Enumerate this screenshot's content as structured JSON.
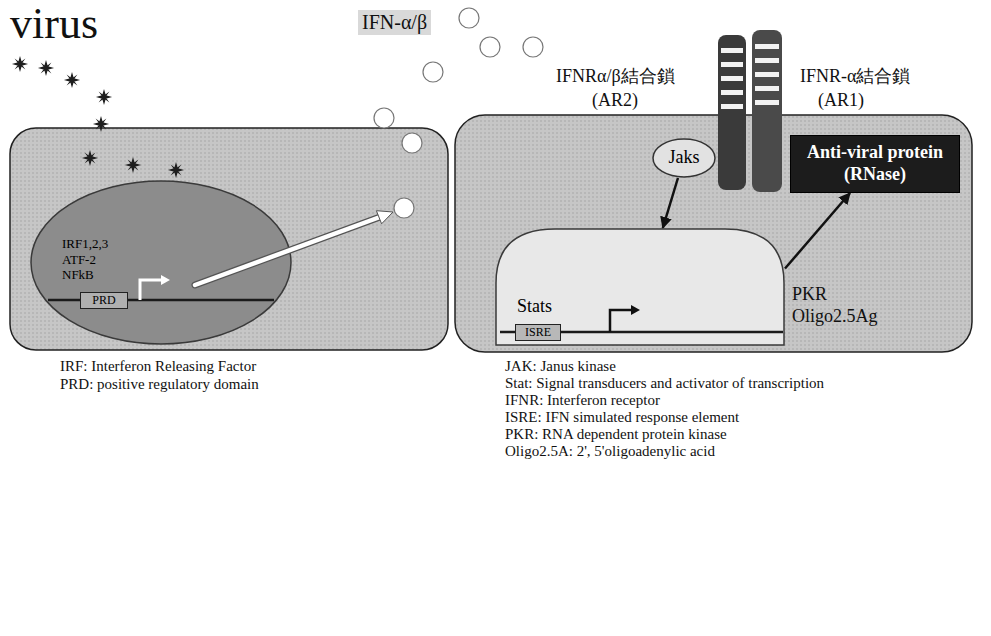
{
  "diagram": {
    "nodes": [
      {
        "text": [
          "IRF1,2,3 ATF-2 NFkB"
        ]
      },
      {
        "text": [
          "PRD"
        ],
        "in": 0
      },
      {
        "text": [
          "Jaks"
        ]
      },
      {
        "text": [
          "Anti-viral protein (RNase)"
        ]
      },
      {
        "text": [
          "Stats"
        ]
      },
      {
        "text": [
          "ISRE"
        ],
        "in": 4
      }
    ],
    "edges": [
      {
        "from": 2,
        "to": 4,
        "arrow": "to"
      },
      {
        "from": 4,
        "to": 3,
        "arrow": "to"
      }
    ],
    "labels": [
      "virus",
      "IFN-α/β",
      "IFNRα/β結合鎖",
      "(AR2)",
      "IFNR-α結合鎖",
      "(AR1)",
      "PKR",
      "Oligo2.5Ag",
      "IRF: Interferon Releasing Factor",
      "PRD: positive regulatory domain",
      "JAK: Janus kinase",
      "Stat: Signal transducers and activator of transcription",
      "IFNR: Interferon receptor",
      "ISRE: IFN simulated response element",
      "PKR: RNA dependent protein kinase",
      "Oligo2.5A: 2', 5'oligoadenylic acid"
    ]
  }
}
